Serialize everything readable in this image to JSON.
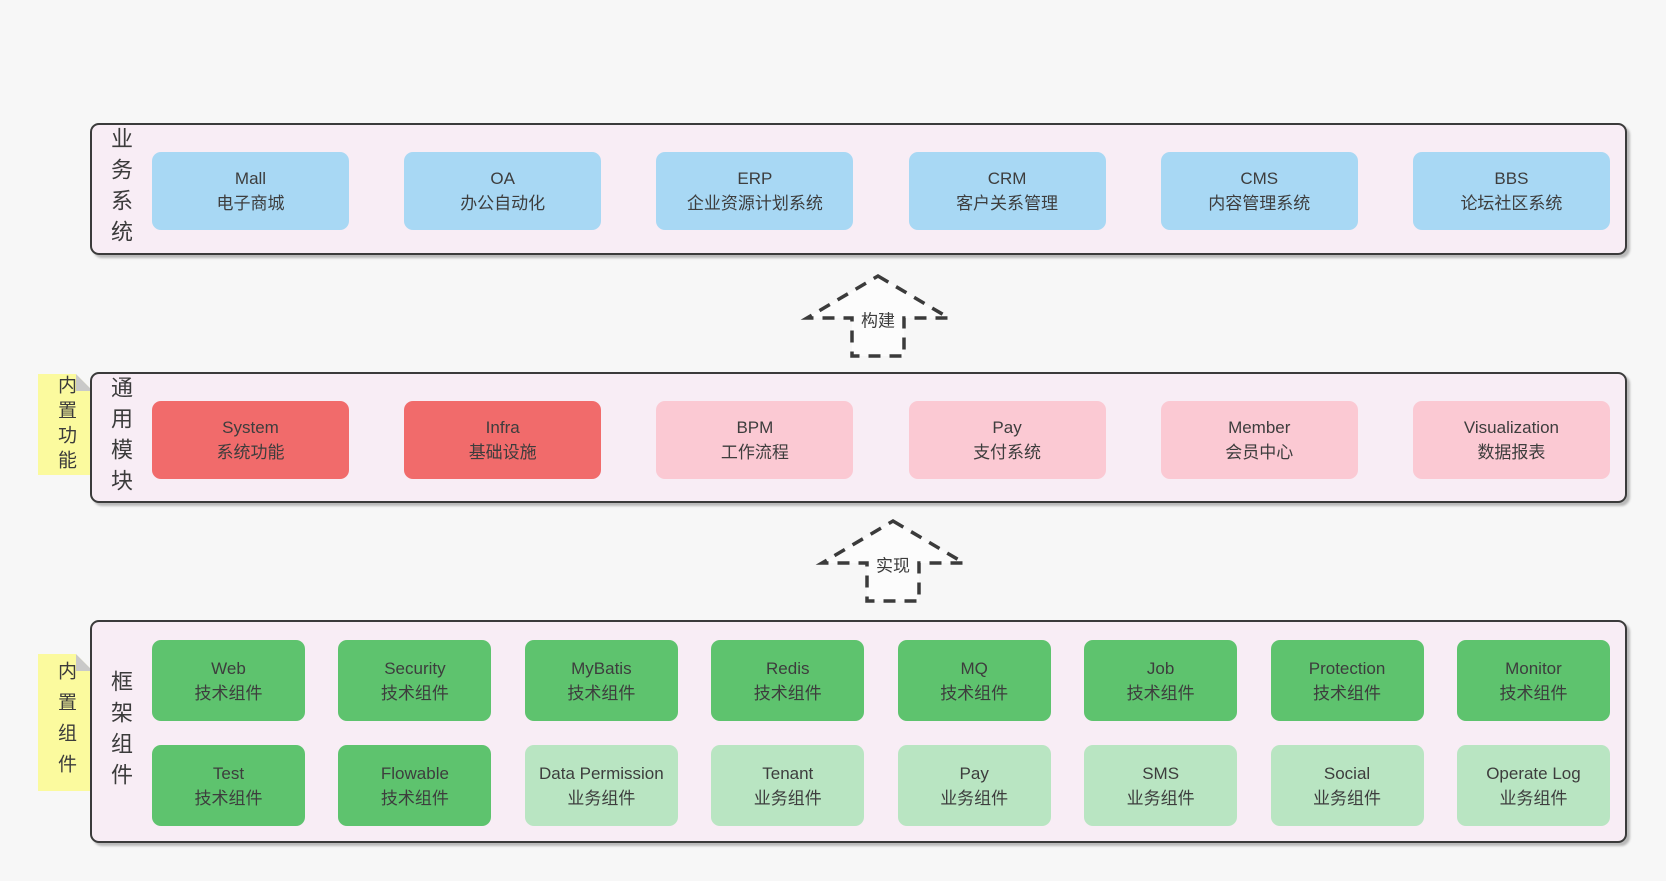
{
  "colors": {
    "page-bg": "#f7f7f7",
    "band-bg": "#f8edf5",
    "ink": "#3b3b3b",
    "blue": "#a8d8f4",
    "red": "#f16b6b",
    "pink": "#fbc9d3",
    "green": "#5ec36e",
    "lightgreen": "#b9e5c2",
    "sticky": "#fbfa9e",
    "fold": "#c9c9c9"
  },
  "arrows": {
    "build": "构建",
    "implement": "实现"
  },
  "layers": {
    "business": {
      "label": "业务系统",
      "boxes": [
        {
          "name": "Mall",
          "desc": "电子商城"
        },
        {
          "name": "OA",
          "desc": "办公自动化"
        },
        {
          "name": "ERP",
          "desc": "企业资源计划系统"
        },
        {
          "name": "CRM",
          "desc": "客户关系管理"
        },
        {
          "name": "CMS",
          "desc": "内容管理系统"
        },
        {
          "name": "BBS",
          "desc": "论坛社区系统"
        }
      ]
    },
    "modules": {
      "label": "通用模块",
      "sticky": "内置功能",
      "boxes": [
        {
          "name": "System",
          "desc": "系统功能"
        },
        {
          "name": "Infra",
          "desc": "基础设施"
        },
        {
          "name": "BPM",
          "desc": "工作流程"
        },
        {
          "name": "Pay",
          "desc": "支付系统"
        },
        {
          "name": "Member",
          "desc": "会员中心"
        },
        {
          "name": "Visualization",
          "desc": "数据报表"
        }
      ]
    },
    "components": {
      "label": "框架组件",
      "sticky": "内置组件",
      "rows": [
        [
          {
            "name": "Web",
            "desc": "技术组件"
          },
          {
            "name": "Security",
            "desc": "技术组件"
          },
          {
            "name": "MyBatis",
            "desc": "技术组件"
          },
          {
            "name": "Redis",
            "desc": "技术组件"
          },
          {
            "name": "MQ",
            "desc": "技术组件"
          },
          {
            "name": "Job",
            "desc": "技术组件"
          },
          {
            "name": "Protection",
            "desc": "技术组件"
          },
          {
            "name": "Monitor",
            "desc": "技术组件"
          }
        ],
        [
          {
            "name": "Test",
            "desc": "技术组件"
          },
          {
            "name": "Flowable",
            "desc": "技术组件"
          },
          {
            "name": "Data Permission",
            "desc": "业务组件"
          },
          {
            "name": "Tenant",
            "desc": "业务组件"
          },
          {
            "name": "Pay",
            "desc": "业务组件"
          },
          {
            "name": "SMS",
            "desc": "业务组件"
          },
          {
            "name": "Social",
            "desc": "业务组件"
          },
          {
            "name": "Operate Log",
            "desc": "业务组件"
          }
        ]
      ]
    }
  }
}
